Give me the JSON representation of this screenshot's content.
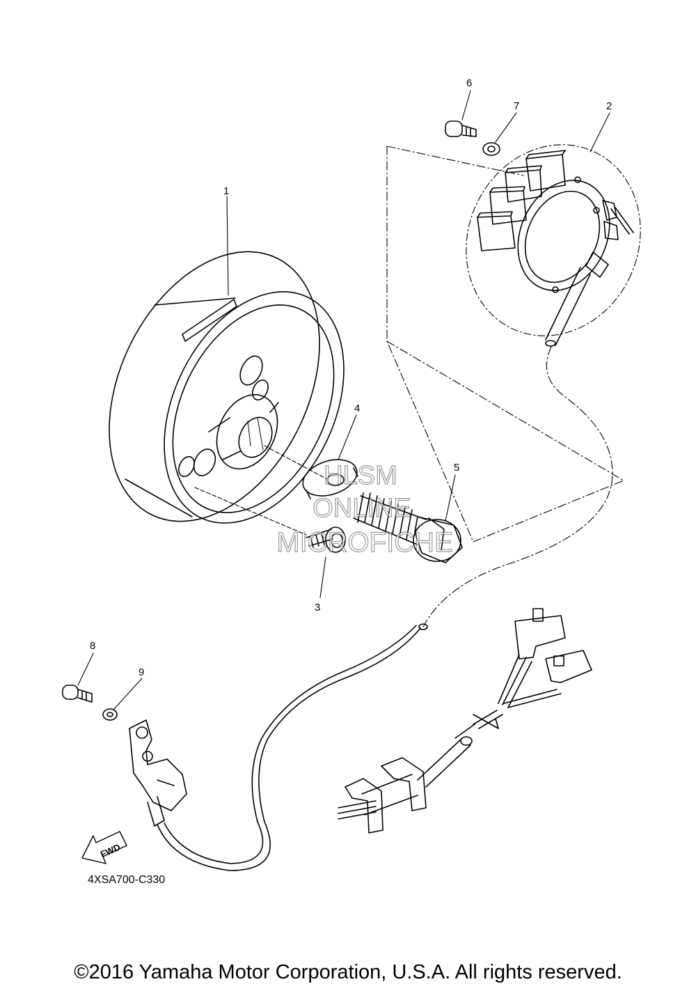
{
  "callouts": {
    "p1": "1",
    "p2": "2",
    "p3": "3",
    "p4": "4",
    "p5": "5",
    "p6": "6",
    "p7": "7",
    "p8": "8",
    "p9": "9"
  },
  "watermark": {
    "line1": "HLSM",
    "line2": "ONLINE",
    "line3": "MICROFICHE"
  },
  "fwd_label": "FWD",
  "diagram_code": "4XSA700-C330",
  "copyright": "©2016 Yamaha Motor Corporation, U.S.A. All rights reserved."
}
